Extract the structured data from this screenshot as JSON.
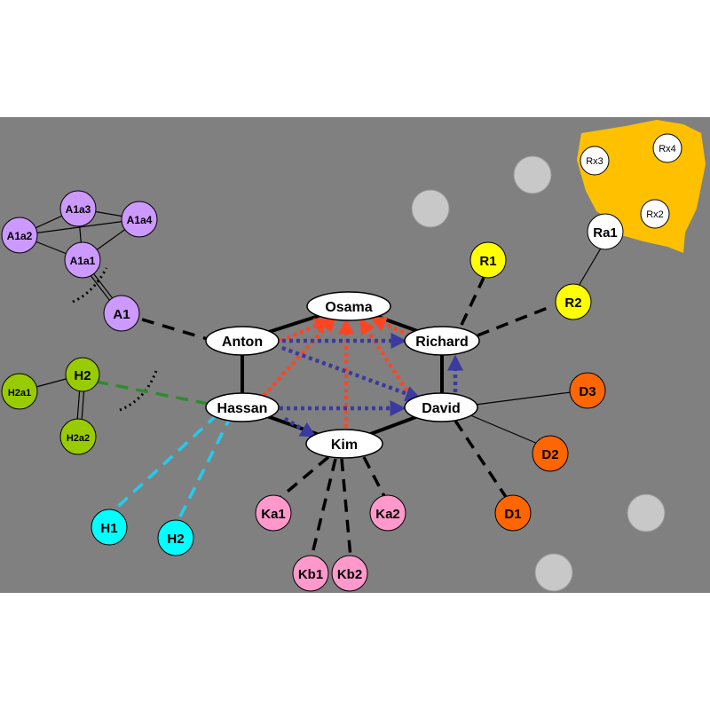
{
  "colors": {
    "background": "#808080",
    "core_edge": "#000000",
    "red_arrow": "#ff4422",
    "blue_arrow": "#3a3aa0",
    "green_dash": "#2e8b2e",
    "cyan_dash": "#22ccee",
    "orange_blob": "#ffc000",
    "gray_circle": "#c8c8c8"
  },
  "nodes": {
    "osama": "Osama",
    "anton": "Anton",
    "richard": "Richard",
    "hassan": "Hassan",
    "david": "David",
    "kim": "Kim",
    "a1": "A1",
    "a1a1": "A1a1",
    "a1a2": "A1a2",
    "a1a3": "A1a3",
    "a1a4": "A1a4",
    "h2_green": "H2",
    "h2a1": "H2a1",
    "h2a2": "H2a2",
    "h1": "H1",
    "h2_cyan": "H2",
    "ka1": "Ka1",
    "ka2": "Ka2",
    "kb1": "Kb1",
    "kb2": "Kb2",
    "d1": "D1",
    "d2": "D2",
    "d3": "D3",
    "r1": "R1",
    "r2": "R2",
    "ra1": "Ra1",
    "rx2": "Rx2",
    "rx3": "Rx3",
    "rx4": "Rx4"
  }
}
